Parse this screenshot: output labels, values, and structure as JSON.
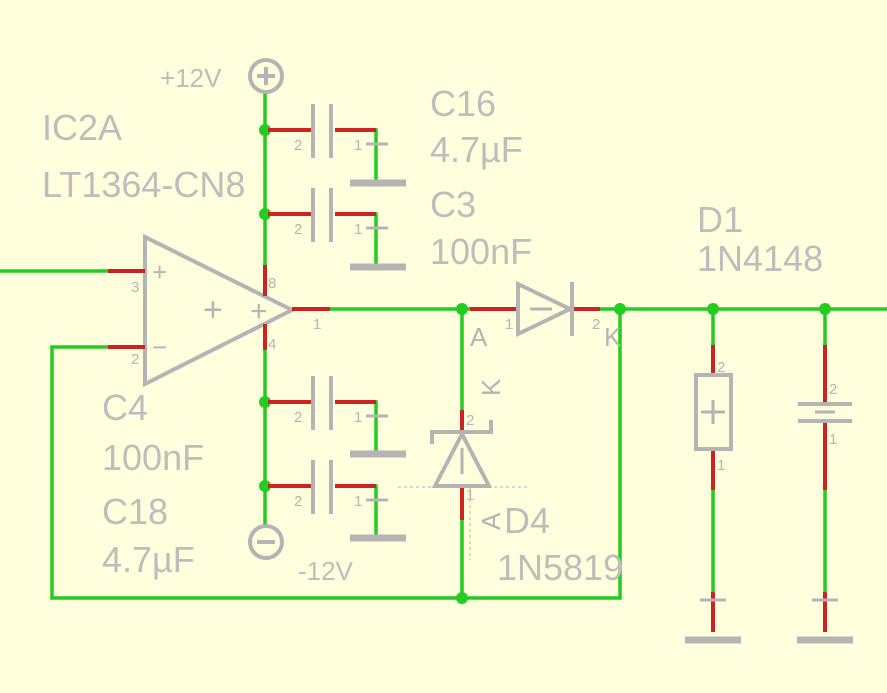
{
  "components": {
    "ic2a": {
      "ref": "IC2A",
      "value": "LT1364-CN8"
    },
    "c16": {
      "ref": "C16",
      "value": "4.7µF"
    },
    "c3": {
      "ref": "C3",
      "value": "100nF"
    },
    "c4": {
      "ref": "C4",
      "value": "100nF"
    },
    "c18": {
      "ref": "C18",
      "value": "4.7µF"
    },
    "d1": {
      "ref": "D1",
      "value": "1N4148"
    },
    "d4": {
      "ref": "D4",
      "value": "1N5819"
    }
  },
  "supplies": {
    "pos": "+12V",
    "neg": "-12V"
  },
  "pins": {
    "one": "1",
    "two": "2",
    "three": "3",
    "four": "4",
    "eight": "8"
  },
  "marks": {
    "anode": "A",
    "cathode": "K",
    "plus": "+",
    "minus": "−"
  }
}
